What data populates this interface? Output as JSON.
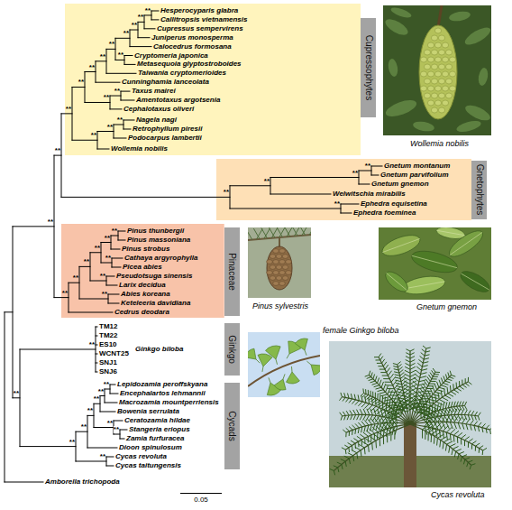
{
  "diagram": {
    "nodes": [
      {
        "text": [
          "Cupressophytes"
        ]
      },
      {
        "text": [
          "Gnetophytes"
        ]
      },
      {
        "text": [
          "Pinaceae"
        ]
      },
      {
        "text": [
          "Ginkgo"
        ]
      },
      {
        "text": [
          "Cycads"
        ]
      }
    ],
    "labels": [
      "Hesperocyparis glabra",
      "Callitropsis vietnamensis",
      "Cupressus sempervirens",
      "Juniperus monosperma",
      "Calocedrus formosana",
      "Cryptomeria japonica",
      "Metasequoia glyptostroboides",
      "Taiwania cryptomerioides",
      "Cunninghamia lanceolata",
      "Taxus mairei",
      "Amentotaxus argotsenia",
      "Cephalotaxus oliveri",
      "Nagela nagi",
      "Retrophyllum piresii",
      "Podocarpus lambertii",
      "Wollemia nobilis",
      "Gnetum montanum",
      "Gnetum parvifolium",
      "Gnetum gnemon",
      "Welwitschia mirabilis",
      "Ephedra equisetina",
      "Ephedra foeminea",
      "Pinus thunbergii",
      "Pinus massoniana",
      "Pinus strobus",
      "Cathaya argyrophylla",
      "Picea abies",
      "Pseudotsuga sinensis",
      "Larix decidua",
      "Abies koreana",
      "Keteleeria davidiana",
      "Cedrus deodara",
      "TM12",
      "TM22",
      "ES10",
      "WCNT25",
      "SNJ1",
      "SNJ6",
      "Lepidozamia peroffskyana",
      "Encephalartos lehmannii",
      "Macrozamia mountperriensis",
      "Bowenia serrulata",
      "Ceratozamia hildae",
      "Stangeria eriopus",
      "Zamia furfuracea",
      "Dioon spinulosum",
      "Cycas revoluta",
      "Cycas taitungensis",
      "Amborella trichopoda",
      "Ginkgo biloba",
      "Wollemia nobilis",
      "Gnetum gnemon",
      "Pinus sylvestris",
      "female Ginkgo biloba",
      "Cycas revoluta",
      "0.05",
      "**",
      "**",
      "**",
      "**",
      "**",
      "**",
      "**",
      "**",
      "**",
      "**",
      "**",
      "**",
      "**",
      "**",
      "**",
      "**",
      "**",
      "**",
      "**",
      "**",
      "**",
      "**",
      "**",
      "**",
      "**",
      "**",
      "**",
      "**",
      "**",
      "**",
      "**",
      "**",
      "**",
      "**",
      "**",
      "**",
      "**",
      "**",
      "**",
      "**",
      "**",
      "**"
    ]
  }
}
